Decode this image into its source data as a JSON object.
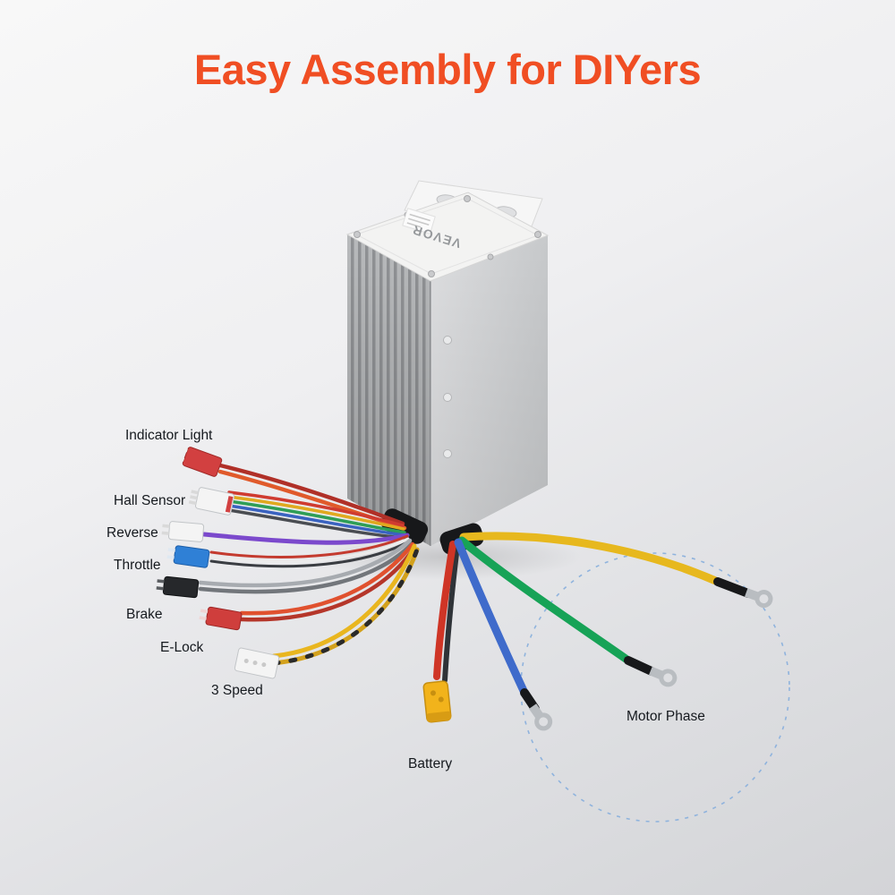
{
  "title": "Easy Assembly for DIYers",
  "device": {
    "brand_text": "VEVOR"
  },
  "labels": {
    "indicator_light": "Indicator Light",
    "hall_sensor": "Hall Sensor",
    "reverse": "Reverse",
    "throttle": "Throttle",
    "brake": "Brake",
    "e_lock": "E-Lock",
    "three_speed": "3 Speed",
    "battery": "Battery",
    "motor_phase": "Motor Phase"
  },
  "colors": {
    "title_orange": "#f04e23",
    "label_text": "#15191e",
    "wire_yellow": "#e7b81e",
    "wire_green": "#17a357",
    "wire_blue": "#3f6bcb",
    "wire_red": "#cf3526",
    "wire_purple": "#7b49cc",
    "battery_connector_yellow": "#f2b31b",
    "highlight_circle": "#8fb3dd"
  }
}
